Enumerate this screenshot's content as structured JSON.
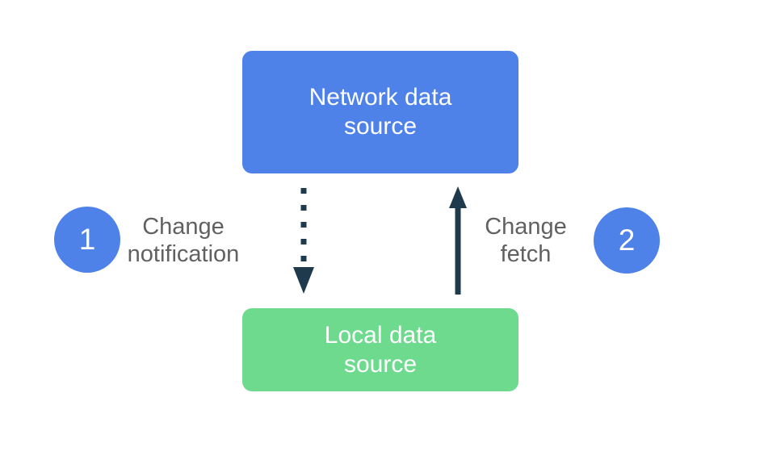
{
  "colors": {
    "background": "#ffffff",
    "network_node": "#4e82e8",
    "local_node": "#6eda8e",
    "badge": "#4e82e8",
    "badge_text": "#ffffff",
    "node_text": "#ffffff",
    "label_text": "#616161",
    "arrow": "#1f3a4c"
  },
  "diagram": {
    "nodes": {
      "network": {
        "lines": [
          "Network data",
          "source"
        ]
      },
      "local": {
        "lines": [
          "Local data",
          "source"
        ]
      }
    },
    "steps": [
      {
        "number": "1",
        "label_lines": [
          "Change",
          "notification"
        ],
        "arrow_style": "dotted",
        "direction": "down"
      },
      {
        "number": "2",
        "label_lines": [
          "Change",
          "fetch"
        ],
        "arrow_style": "solid",
        "direction": "up"
      }
    ]
  }
}
